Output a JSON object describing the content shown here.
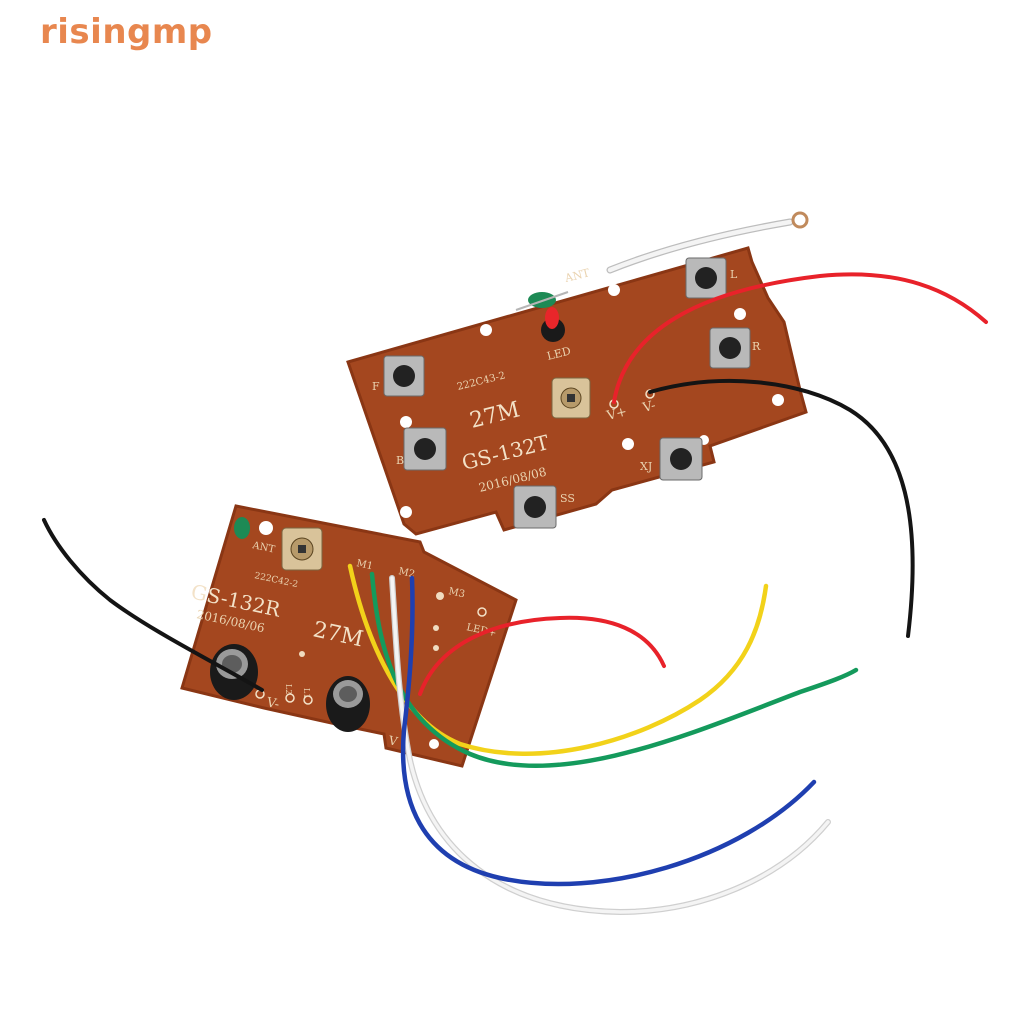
{
  "brand": {
    "text": "risingmp",
    "color": "#e8874f"
  },
  "transmitter": {
    "freq": "27M",
    "model": "GS-132T",
    "date": "2016/08/08",
    "part": "222C43-2",
    "labels": {
      "ant": "ANT",
      "led": "LED",
      "f": "F",
      "b": "B",
      "l": "L",
      "r": "R",
      "xj": "XJ",
      "ss": "SS",
      "vplus": "V+",
      "vminus": "V-"
    }
  },
  "receiver": {
    "freq": "27M",
    "model": "GS-132R",
    "date": "2016/08/06",
    "part": "222C42-2",
    "labels": {
      "ant": "ANT",
      "m1": "M1",
      "m2": "M2",
      "m3": "M3",
      "ledplus": "LED+",
      "vminus": "V-",
      "l1": "L1",
      "l2": "L2",
      "v": "V"
    }
  },
  "colors": {
    "pcb": "#a4471f",
    "pcb_edge": "#8a3614",
    "wire_red": "#e8222a",
    "wire_black": "#141414",
    "wire_yellow": "#f2d21a",
    "wire_green": "#149a5c",
    "wire_blue": "#1f3fb0",
    "wire_white": "#f4f4f4"
  }
}
